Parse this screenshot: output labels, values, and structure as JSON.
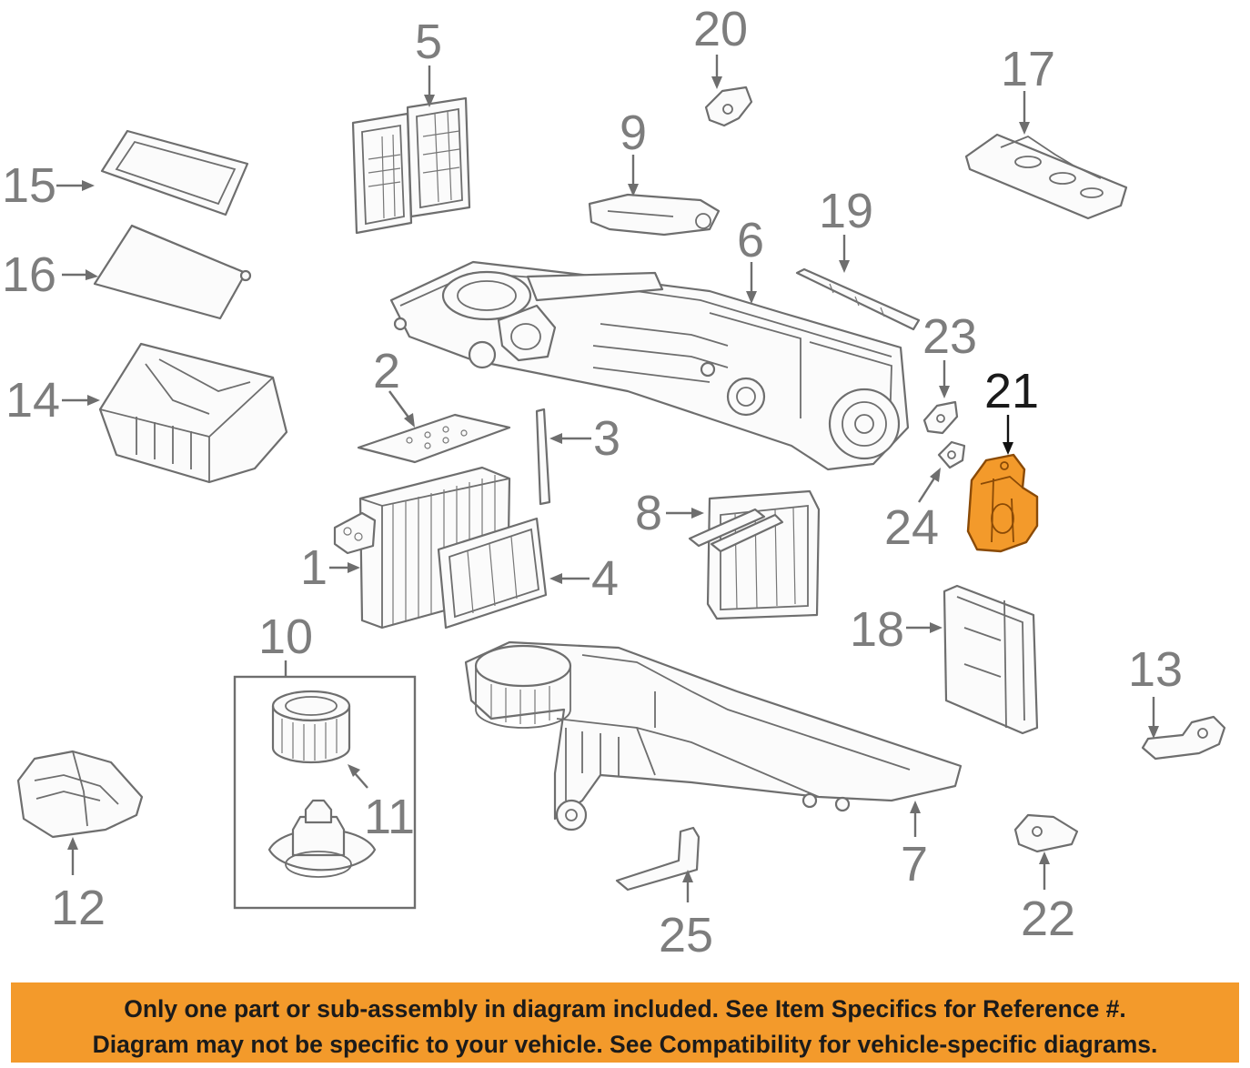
{
  "diagram": {
    "highlight_color": "#f39a2b",
    "callouts": [
      {
        "id": "1",
        "label": "1"
      },
      {
        "id": "2",
        "label": "2"
      },
      {
        "id": "3",
        "label": "3"
      },
      {
        "id": "4",
        "label": "4"
      },
      {
        "id": "5",
        "label": "5"
      },
      {
        "id": "6",
        "label": "6"
      },
      {
        "id": "7",
        "label": "7"
      },
      {
        "id": "8",
        "label": "8"
      },
      {
        "id": "9",
        "label": "9"
      },
      {
        "id": "10",
        "label": "10"
      },
      {
        "id": "11",
        "label": "11"
      },
      {
        "id": "12",
        "label": "12"
      },
      {
        "id": "13",
        "label": "13"
      },
      {
        "id": "14",
        "label": "14"
      },
      {
        "id": "15",
        "label": "15"
      },
      {
        "id": "16",
        "label": "16"
      },
      {
        "id": "17",
        "label": "17"
      },
      {
        "id": "18",
        "label": "18"
      },
      {
        "id": "19",
        "label": "19"
      },
      {
        "id": "20",
        "label": "20"
      },
      {
        "id": "21",
        "label": "21",
        "highlighted": true
      },
      {
        "id": "22",
        "label": "22"
      },
      {
        "id": "23",
        "label": "23"
      },
      {
        "id": "24",
        "label": "24"
      },
      {
        "id": "25",
        "label": "25"
      }
    ]
  },
  "banner": {
    "background": "#f39a2b",
    "line1": "Only one part or sub-assembly in diagram included. See Item Specifics for Reference #.",
    "line2": "Diagram may not be specific to your vehicle. See Compatibility for vehicle-specific diagrams."
  }
}
